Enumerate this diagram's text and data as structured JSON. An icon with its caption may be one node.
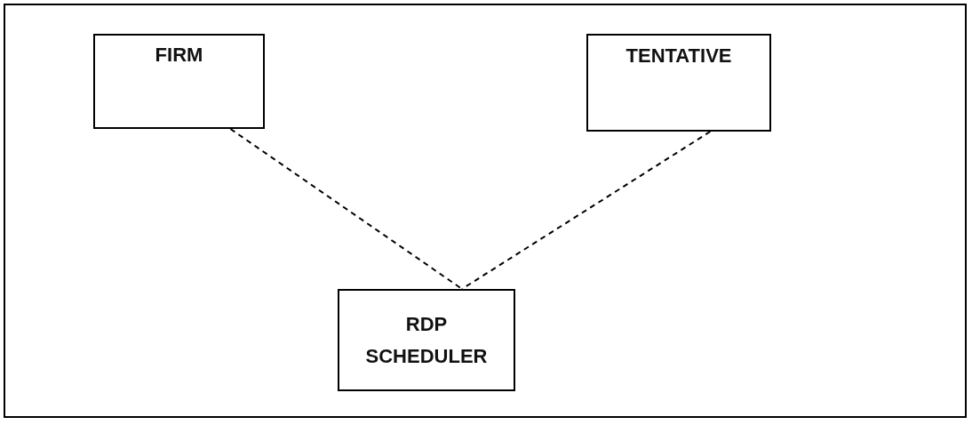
{
  "diagram": {
    "nodes": [
      {
        "text": [
          "FIRM"
        ]
      },
      {
        "text": [
          "TENTATIVE"
        ]
      },
      {
        "text": [
          "RDP SCHEDULER"
        ]
      }
    ],
    "edges": [
      {
        "from": 0,
        "to": 2,
        "arrow": "none",
        "style": "dashed"
      },
      {
        "from": 1,
        "to": 2,
        "arrow": "none",
        "style": "dashed"
      }
    ]
  }
}
